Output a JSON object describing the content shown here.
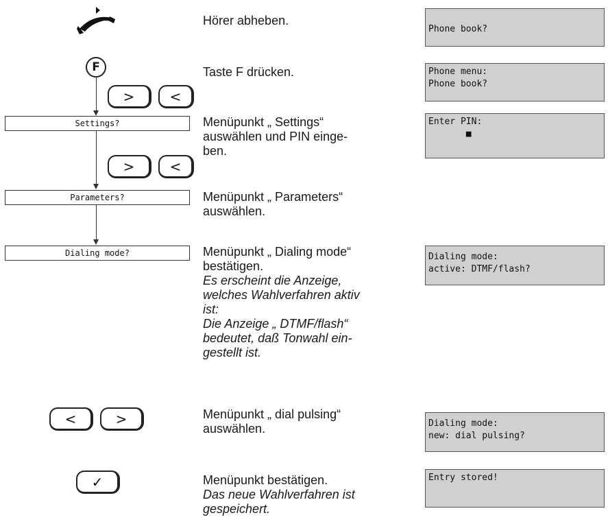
{
  "steps": {
    "lift": {
      "text": "Hörer abheben.",
      "display": [
        "",
        "Phone book?"
      ]
    },
    "press_f": {
      "key": "F",
      "text": "Taste F drücken.",
      "display": [
        "Phone menu:",
        "Phone book?"
      ]
    },
    "nav1": {
      "keys": [
        ">",
        "<"
      ]
    },
    "settings": {
      "menu": "Settings?",
      "lines": [
        "Menüpunkt „ Settings“",
        "auswählen und PIN einge-",
        "ben."
      ],
      "display": [
        "Enter PIN:",
        "       ■"
      ]
    },
    "nav2": {
      "keys": [
        ">",
        "<"
      ]
    },
    "parameters": {
      "menu": "Parameters?",
      "lines": [
        "Menüpunkt „ Parameters“",
        "auswählen."
      ]
    },
    "dialing": {
      "menu": "Dialing mode?",
      "lines": [
        "Menüpunkt „ Dialing mode“",
        "bestätigen."
      ],
      "italic_lines": [
        "Es erscheint die Anzeige,",
        "welches Wahlverfahren aktiv",
        "ist:",
        "Die Anzeige „ DTMF/flash“",
        "bedeutet, daß Tonwahl ein-",
        "gestellt ist."
      ],
      "display": [
        "Dialing mode:",
        "active: DTMF/flash?"
      ]
    },
    "pulse": {
      "keys": [
        "<",
        ">"
      ],
      "lines": [
        "Menüpunkt „ dial pulsing“",
        "auswählen."
      ],
      "display": [
        "Dialing mode:",
        "new: dial pulsing?"
      ]
    },
    "confirm": {
      "key": "✓",
      "lines": [
        "Menüpunkt bestätigen."
      ],
      "italic_lines": [
        "Das neue Wahlverfahren ist",
        "gespeichert."
      ],
      "display": [
        "Entry stored!",
        ""
      ]
    }
  },
  "icons": {
    "handset": "handset-icon"
  }
}
